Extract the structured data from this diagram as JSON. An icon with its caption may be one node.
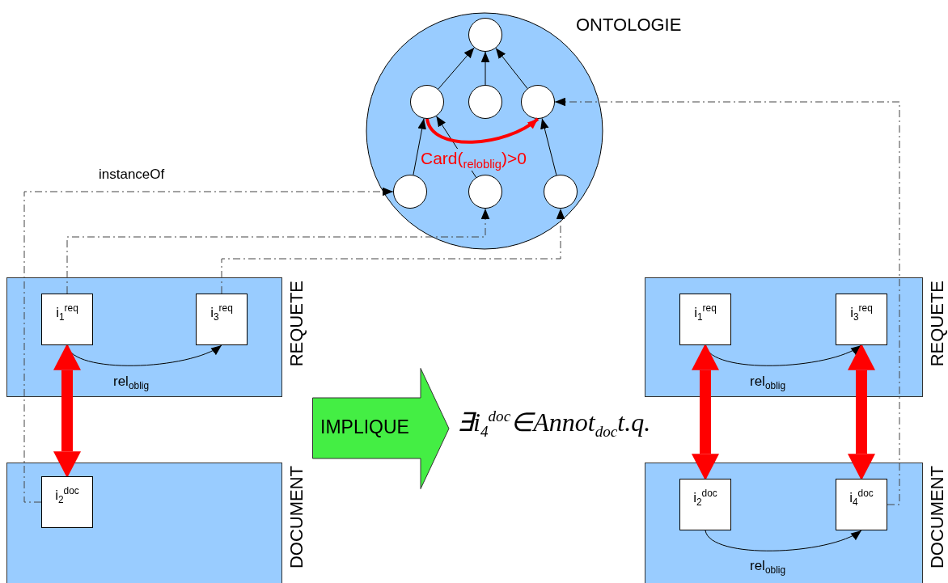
{
  "diagram": {
    "nodes": [
      {
        "text": [
          "ONTOLOGIE"
        ]
      },
      {
        "text": [],
        "shape": "circle",
        "in": 0
      },
      {
        "text": [],
        "shape": "circle",
        "in": 0
      },
      {
        "text": [],
        "shape": "circle",
        "in": 0
      },
      {
        "text": [],
        "shape": "circle",
        "in": 0
      },
      {
        "text": [],
        "shape": "circle",
        "in": 0
      },
      {
        "text": [],
        "shape": "circle",
        "in": 0
      },
      {
        "text": [],
        "shape": "circle",
        "in": 0
      },
      {
        "text": [
          "REQUETE"
        ]
      },
      {
        "text": [
          "i$_{1}$$^{req}$"
        ],
        "in": 8
      },
      {
        "text": [
          "i$_{3}$$^{req}$"
        ],
        "in": 8
      },
      {
        "text": [
          "DOCUMENT"
        ]
      },
      {
        "text": [
          "i$_{2}$$^{doc}$"
        ],
        "in": 11
      },
      {
        "text": [
          "IMPLIQUE"
        ]
      },
      {
        "text": [
          "REQUETE"
        ]
      },
      {
        "text": [
          "i$_{1}$$^{req}$"
        ],
        "in": 14
      },
      {
        "text": [
          "i$_{3}$$^{req}$"
        ],
        "in": 14
      },
      {
        "text": [
          "DOCUMENT"
        ]
      },
      {
        "text": [
          "i$_{2}$$^{doc}$"
        ],
        "in": 17
      },
      {
        "text": [
          "i$_{4}$$^{doc}$"
        ],
        "in": 17
      }
    ],
    "edges": [
      {
        "from": 2,
        "to": 1,
        "arrow": "to"
      },
      {
        "from": 3,
        "to": 1,
        "arrow": "to"
      },
      {
        "from": 4,
        "to": 1,
        "arrow": "to"
      },
      {
        "from": 5,
        "to": 2,
        "arrow": "to"
      },
      {
        "from": 6,
        "to": 2,
        "arrow": "to"
      },
      {
        "from": 7,
        "to": 4,
        "arrow": "to"
      },
      {
        "from": 2,
        "to": 4,
        "arrow": "to",
        "label": "Card($_{rel}$$_{oblig}$)>0",
        "style": "thick",
        "color": "#ff0000"
      },
      {
        "from": 12,
        "to": 5,
        "arrow": "to",
        "label": "instanceOf",
        "style": "dashed"
      },
      {
        "from": 9,
        "to": 6,
        "arrow": "to",
        "style": "dashed"
      },
      {
        "from": 10,
        "to": 7,
        "arrow": "to",
        "style": "dashed"
      },
      {
        "from": 9,
        "to": 10,
        "arrow": "to",
        "label": "rel$_{oblig}$"
      },
      {
        "from": 9,
        "to": 12,
        "arrow": "both",
        "style": "thick",
        "color": "#ff0000"
      },
      {
        "from": 15,
        "to": 16,
        "arrow": "to",
        "label": "rel$_{oblig}$"
      },
      {
        "from": 15,
        "to": 18,
        "arrow": "both",
        "style": "thick",
        "color": "#ff0000"
      },
      {
        "from": 16,
        "to": 19,
        "arrow": "both",
        "style": "thick",
        "color": "#ff0000"
      },
      {
        "from": 18,
        "to": 19,
        "arrow": "to",
        "label": "rel$_{oblig}$"
      },
      {
        "from": 19,
        "to": 4,
        "arrow": "to",
        "style": "dashed"
      }
    ],
    "labels": [
      "∃i$_{4}$$^{doc}$∈Annot$_{doc}$t.q."
    ]
  }
}
